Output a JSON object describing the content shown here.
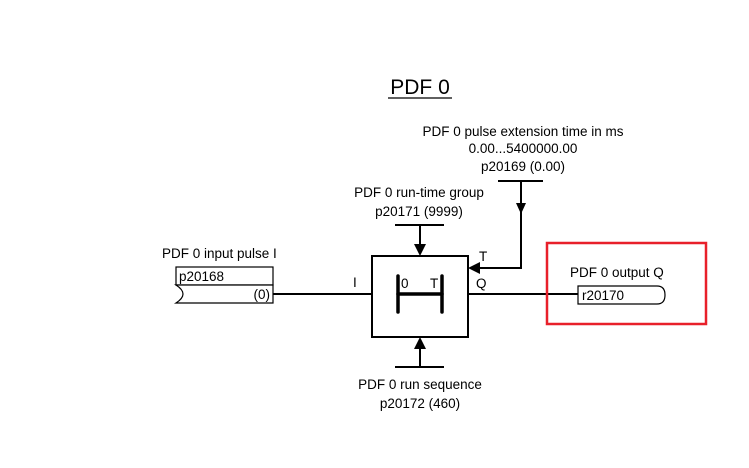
{
  "title": "PDF 0",
  "pulse_extension": {
    "label": "PDF 0 pulse extension time in ms",
    "range": "0.00...5400000.00",
    "param": "p20169 (0.00)"
  },
  "run_time_group": {
    "label": "PDF 0 run-time group",
    "param": "p20171 (9999)"
  },
  "run_sequence": {
    "label": "PDF 0 run sequence",
    "param": "p20172 (460)"
  },
  "input": {
    "label": "PDF 0 input pulse I",
    "param": "p20168",
    "value": "(0)",
    "pin": "I"
  },
  "output": {
    "label": "PDF 0 output Q",
    "param": "r20170",
    "pin": "Q"
  },
  "block": {
    "t_pin": "T",
    "symbol_zero": "0",
    "symbol_t": "T"
  },
  "highlight_color": "#e8202a"
}
